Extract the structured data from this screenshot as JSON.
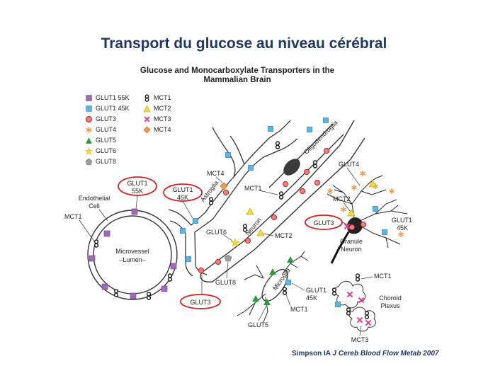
{
  "slide_title": "Transport du glucose au niveau cérébral",
  "figure_title_line1": "Glucose and Monocarboxylate Transporters in the",
  "figure_title_line2": "Mammalian Brain",
  "legend": [
    {
      "label": "GLUT1 55K",
      "icon": "purple-square-icon",
      "color": "#a06bb5"
    },
    {
      "label": "GLUT1 45K",
      "icon": "blue-square-icon",
      "color": "#5fb4e2"
    },
    {
      "label": "GLUT3",
      "icon": "red-circle-icon",
      "color": "#e35050"
    },
    {
      "label": "GLUT4",
      "icon": "orange-asterisk-icon",
      "color": "#f2994a"
    },
    {
      "label": "GLUT5",
      "icon": "green-triangle-icon",
      "color": "#2e9a3e"
    },
    {
      "label": "GLUT6",
      "icon": "yellow-star-icon",
      "color": "#f5d93c"
    },
    {
      "label": "GLUT8",
      "icon": "gray-pentagon-icon",
      "color": "#a09c96"
    },
    {
      "label": "MCT1",
      "icon": "figure-eight-icon",
      "color": "#222222"
    },
    {
      "label": "MCT2",
      "icon": "yellow-triangle-icon",
      "color": "#f5d93c"
    },
    {
      "label": "MCT3",
      "icon": "magenta-x-icon",
      "color": "#e0408a"
    },
    {
      "label": "MCT4",
      "icon": "orange-diamond-icon",
      "color": "#f2994a"
    }
  ],
  "labels": {
    "endothelial": "Endothelial",
    "cell": "Cell",
    "microvessel": "Microvessel",
    "lumen": "–Lumen–",
    "astroglia": "Astroglia",
    "neuron": "Neuron",
    "oligodendroglia": "Oligodendroglia",
    "microglia": "Microglia",
    "granule": "Granule",
    "granule_neuron": "Neuron",
    "choroid": "Choroid",
    "plexus": "Plexus",
    "glut1_55k_a": "GLUT1",
    "glut1_55k_b": "55K",
    "glut1_45k_a": "GLUT1",
    "glut1_45k_b": "45K",
    "mct1_left": "MCT1",
    "mct4": "MCT4",
    "mct1_mid": "MCT1",
    "glut6": "GLUT6",
    "mct2_mid": "MCT2",
    "glut8": "GLUT8",
    "glut3_bottom": "GLUT3",
    "glut4": "GLUT4",
    "mct2_right": "MCT2",
    "glut3_right": "GLUT3",
    "glut1_45k_right_a": "GLUT1",
    "glut1_45k_right_b": "45K",
    "glut1_micro_a": "GLUT1",
    "glut1_micro_b": "45K",
    "mct1_micro": "MCT1",
    "glut5": "GLUT5",
    "mct1_choroid": "MCT1",
    "mct3": "MCT3"
  },
  "citation_author": "Simpson IA",
  "citation_journal": "J Cereb Blood Flow Metab",
  "citation_year": "2007",
  "highlight_color": "#d62020"
}
